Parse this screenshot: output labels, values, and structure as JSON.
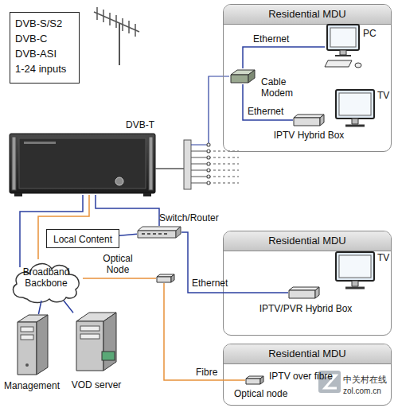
{
  "diagram": {
    "nodes": [
      {
        "text": [
          "DVB-S/S2",
          "DVB-C",
          "DVB-ASI",
          "1-24 inputs"
        ]
      },
      {
        "text": [
          "Residential MDU"
        ]
      },
      {
        "text": [
          "PC"
        ],
        "in": 1
      },
      {
        "text": [
          "Cable Modem"
        ],
        "in": 1
      },
      {
        "text": [
          "TV"
        ],
        "in": 1
      },
      {
        "text": [
          "IPTV Hybrid Box"
        ],
        "in": 1
      },
      {
        "text": [
          "Local Content"
        ]
      },
      {
        "text": [
          "Switch/Router"
        ]
      },
      {
        "text": [
          "Broadband Backbone"
        ]
      },
      {
        "text": [
          "Optical Node"
        ]
      },
      {
        "text": [
          "Residential MDU"
        ]
      },
      {
        "text": [
          "TV"
        ],
        "in": 10
      },
      {
        "text": [
          "IPTV/PVR Hybrid Box"
        ],
        "in": 10
      },
      {
        "text": [
          "Management"
        ]
      },
      {
        "text": [
          "VOD server"
        ]
      },
      {
        "text": [
          "Residential MDU"
        ]
      },
      {
        "text": [
          "IPTV over fibre",
          "Optical node"
        ],
        "in": 15
      }
    ],
    "edges": [
      {
        "from": 3,
        "to": 2,
        "arrow": "none",
        "label": "Ethernet"
      },
      {
        "from": 3,
        "to": 5,
        "arrow": "none",
        "label": "Ethernet"
      },
      {
        "from": 6,
        "to": 7,
        "arrow": "none"
      },
      {
        "from": 7,
        "to": 12,
        "arrow": "none",
        "label": "Ethernet"
      },
      {
        "from": 9,
        "to": 16,
        "arrow": "none",
        "label": "Fibre"
      },
      {
        "from": 8,
        "to": 13,
        "arrow": "none"
      },
      {
        "from": 8,
        "to": 14,
        "arrow": "none"
      }
    ],
    "labels": [
      "DVB-T",
      "中关村在线",
      "zol.com.cn"
    ]
  }
}
